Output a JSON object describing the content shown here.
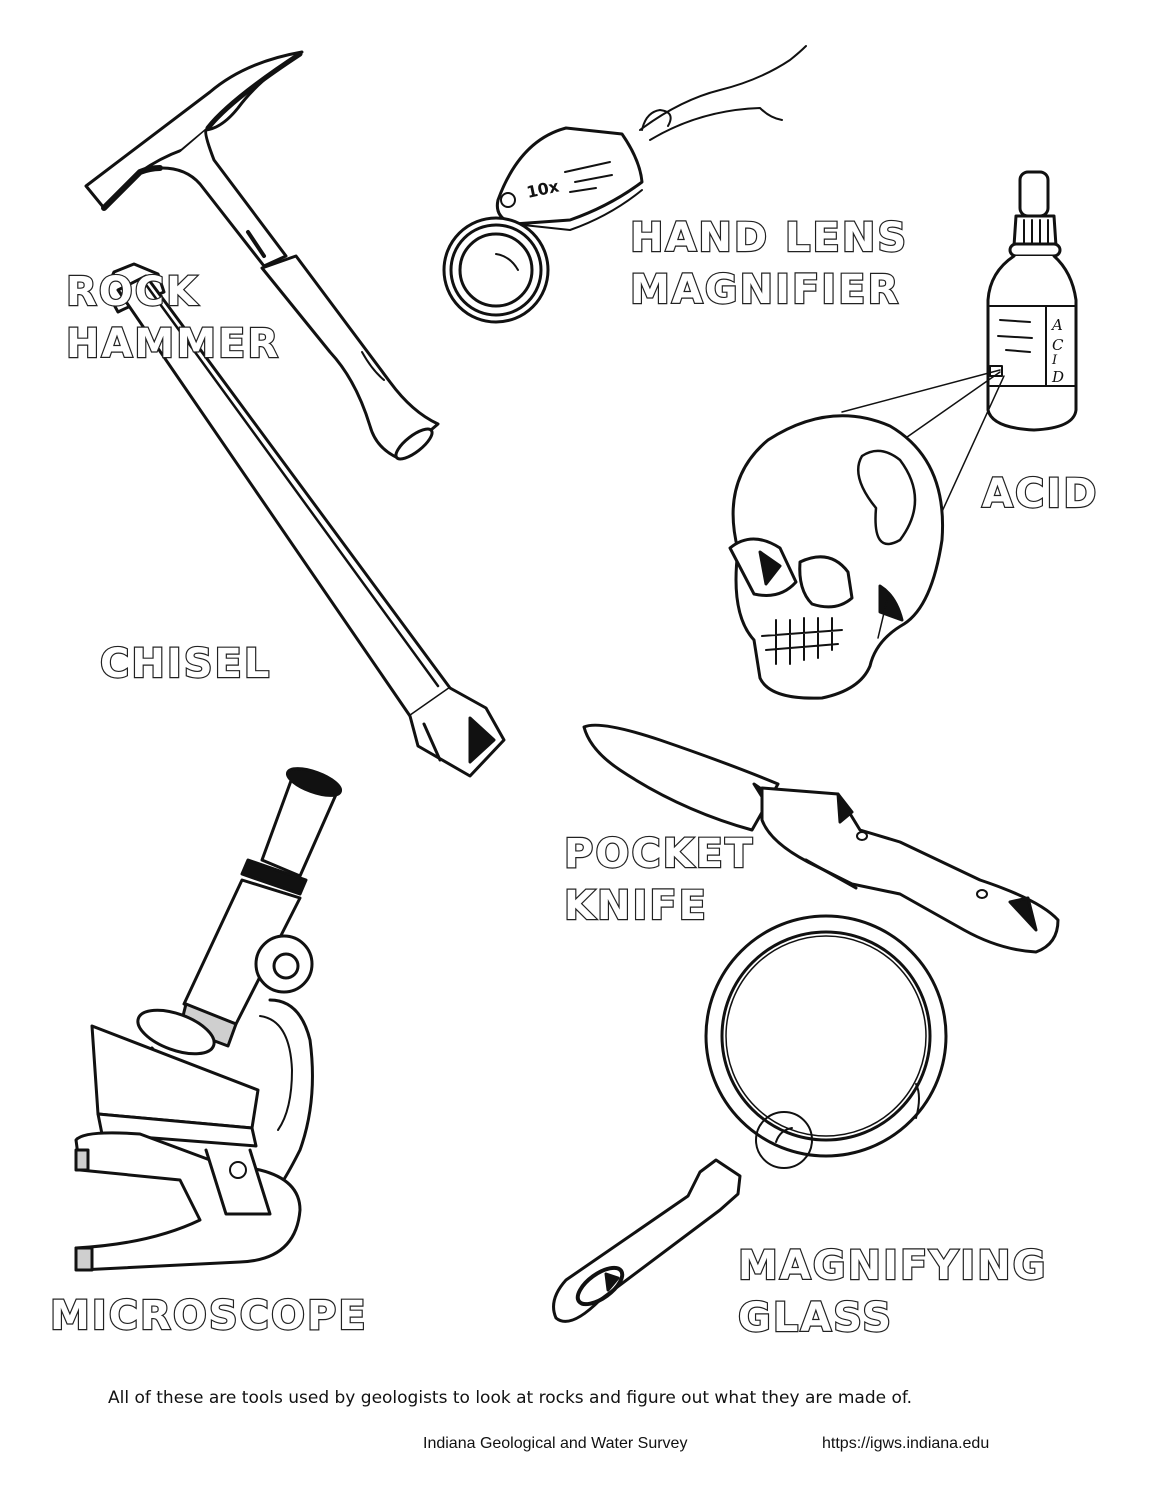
{
  "page": {
    "type": "coloring-sheet",
    "line_color": "#111111",
    "background": "#ffffff",
    "shade_color": "#cfcfcf"
  },
  "tools": {
    "rock_hammer": {
      "line1": "ROCK",
      "line2": "HAMMER"
    },
    "hand_lens": {
      "line1": "HAND LENS",
      "line2": "MAGNIFIER",
      "marking": "10x"
    },
    "acid": {
      "label": "ACID",
      "bottle_label": "ACID"
    },
    "chisel": {
      "label": "CHISEL"
    },
    "pocket_knife": {
      "line1": "POCKET",
      "line2": "KNIFE"
    },
    "microscope": {
      "label": "MICROSCOPE"
    },
    "magnifying_glass": {
      "line1": "MAGNIFYING",
      "line2": "GLASS"
    }
  },
  "caption": "All of these are tools used by geologists to look at rocks and figure out what they are made of.",
  "footer": {
    "organization": "Indiana Geological and Water Survey",
    "url": "https://igws.indiana.edu"
  }
}
